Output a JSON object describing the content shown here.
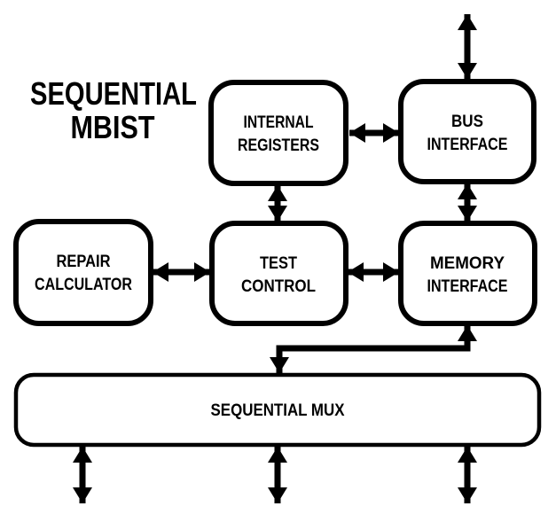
{
  "diagram": {
    "title": {
      "line1": "SEQUENTIAL",
      "line2": "MBIST"
    },
    "blocks": {
      "internal_registers": {
        "line1": "INTERNAL",
        "line2": "REGISTERS"
      },
      "bus_interface": {
        "line1": "BUS",
        "line2": "INTERFACE"
      },
      "repair_calculator": {
        "line1": "REPAIR",
        "line2": "CALCULATOR"
      },
      "test_control": {
        "line1": "TEST",
        "line2": "CONTROL"
      },
      "memory_interface": {
        "line1": "MEMORY",
        "line2": "INTERFACE"
      },
      "sequential_mux": {
        "label": "SEQUENTIAL MUX"
      }
    },
    "connections": [
      {
        "from": "bus-interface",
        "to": "external-top",
        "type": "bidirectional"
      },
      {
        "from": "internal-registers",
        "to": "bus-interface",
        "type": "bidirectional"
      },
      {
        "from": "internal-registers",
        "to": "test-control",
        "type": "bidirectional"
      },
      {
        "from": "bus-interface",
        "to": "memory-interface",
        "type": "bidirectional"
      },
      {
        "from": "repair-calculator",
        "to": "test-control",
        "type": "bidirectional"
      },
      {
        "from": "test-control",
        "to": "memory-interface",
        "type": "bidirectional"
      },
      {
        "from": "memory-interface",
        "to": "sequential-mux",
        "type": "bidirectional"
      },
      {
        "from": "sequential-mux",
        "to": "external-bottom-left",
        "type": "bidirectional"
      },
      {
        "from": "sequential-mux",
        "to": "external-bottom-center",
        "type": "bidirectional"
      },
      {
        "from": "sequential-mux",
        "to": "external-bottom-right",
        "type": "bidirectional"
      }
    ],
    "colors": {
      "stroke": "#000000",
      "background": "#ffffff"
    }
  }
}
